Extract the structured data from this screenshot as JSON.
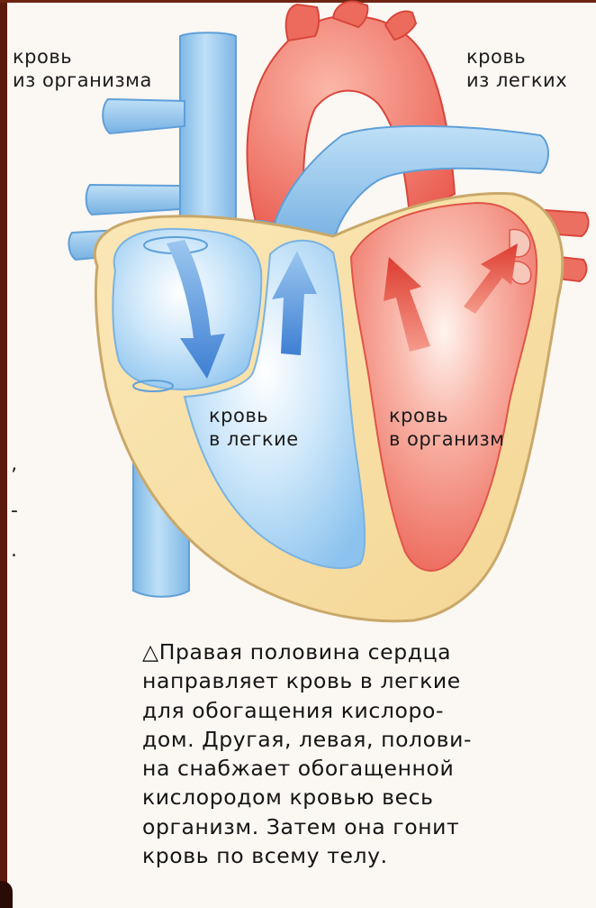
{
  "labels": {
    "top_left": [
      "кровь",
      "из организма"
    ],
    "top_right": [
      "кровь",
      "из легких"
    ],
    "mid_left": [
      "кровь",
      "в легкие"
    ],
    "mid_right": [
      "кровь",
      "в организм"
    ]
  },
  "caption": {
    "symbol": "△",
    "lines": [
      "Правая половина сердца",
      "направляет кровь в легкие",
      "для обогащения кислоро-",
      "дом. Другая, левая, полови-",
      "на снабжает обогащенной",
      "кислородом кровью весь",
      "организм. Затем она гонит",
      "кровь по всему телу."
    ]
  },
  "colors": {
    "venous_blood": "#8fc6ee",
    "arterial_blood": "#ee6a5c",
    "heart_wall": "#f7dfa3",
    "arrow_blue": "#4f8ed8",
    "arrow_red": "#e2453a",
    "frame": "#5a1a0c"
  }
}
